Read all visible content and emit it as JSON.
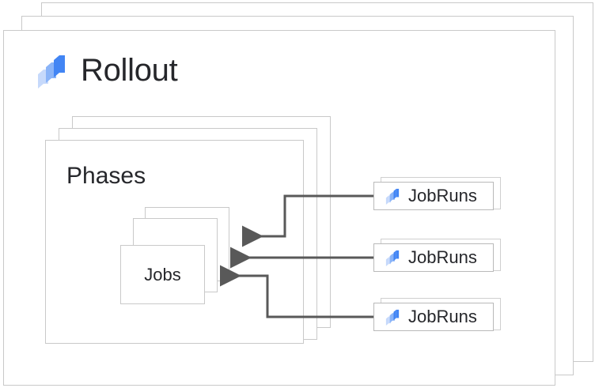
{
  "diagram": {
    "title": "Rollout",
    "logo_icon": "rollout-logo-icon",
    "colors": {
      "logo_light_blue": "#c6d9fb",
      "logo_mid_blue": "#8ab4f8",
      "logo_dark_blue": "#4285f4",
      "card_border": "#c9c9c9",
      "arrow": "#595959",
      "text": "#26272b"
    },
    "phases": {
      "title": "Phases",
      "stack_count": 3,
      "jobs": {
        "title": "Jobs",
        "stack_count": 3
      }
    },
    "jobruns": [
      {
        "label": "JobRuns",
        "icon": "rollout-logo-icon"
      },
      {
        "label": "JobRuns",
        "icon": "rollout-logo-icon"
      },
      {
        "label": "JobRuns",
        "icon": "rollout-logo-icon"
      }
    ],
    "outer_stack_count": 3,
    "connections": [
      {
        "from": "jobruns-0",
        "to": "jobs-stack",
        "style": "orthogonal-arrow"
      },
      {
        "from": "jobruns-1",
        "to": "jobs-stack",
        "style": "straight-arrow"
      },
      {
        "from": "jobruns-2",
        "to": "jobs-stack",
        "style": "orthogonal-arrow"
      }
    ]
  }
}
